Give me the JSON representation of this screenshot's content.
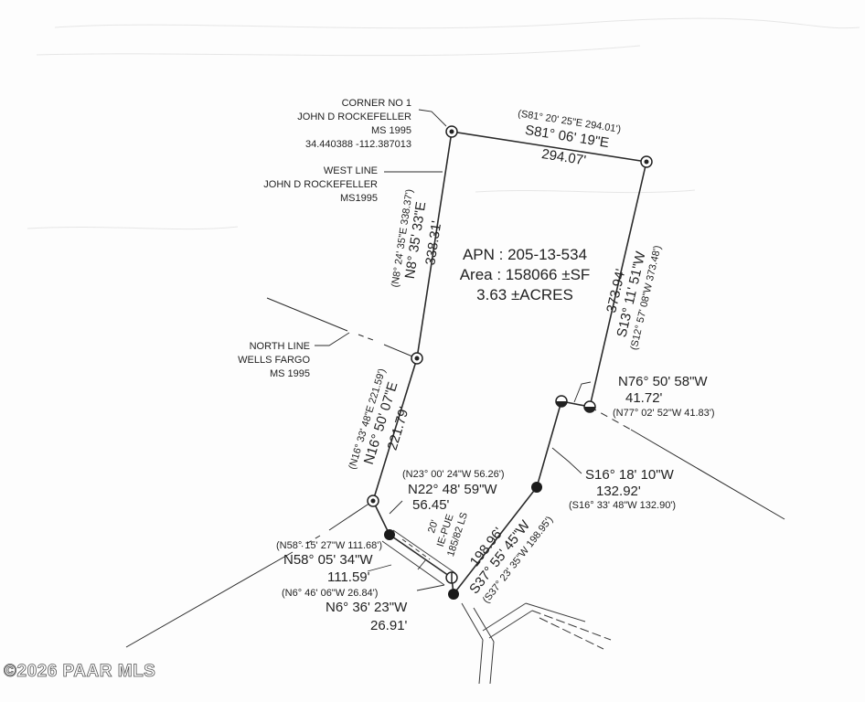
{
  "parcel": {
    "apn": "APN : 205-13-534",
    "area": "Area : 158066 ±SF",
    "acres": "3.63 ±ACRES"
  },
  "landmarks": {
    "corner_line1": "CORNER NO 1",
    "corner_line2": "JOHN D ROCKEFELLER",
    "corner_line3": "MS 1995",
    "corner_coords": "34.440388 -112.387013",
    "west_line1": "WEST LINE",
    "west_line2": "JOHN D ROCKEFELLER",
    "west_line3": "MS1995",
    "north_line1": "NORTH LINE",
    "north_line2": "WELLS FARGO",
    "north_line3": "MS 1995"
  },
  "bearings": {
    "top_record": "(S81° 20' 25\"E 294.01')",
    "top_bearing": "S81° 06' 19\"E",
    "top_distance": "294.07'",
    "right_record": "(S12° 57' 08\"W 373.48')",
    "right_bearing": "S13° 11' 51\"W",
    "right_distance": "373.94'",
    "left_upper_record": "(N8° 24' 35\"E 338.37')",
    "left_upper_bearing": "N8° 35' 33\"E",
    "left_upper_distance": "338.31'",
    "left_lower_record": "(N16° 33' 48\"E 221.59')",
    "left_lower_bearing": "N16° 50' 07\"E",
    "left_lower_distance": "221.79'",
    "n76_bearing": "N76° 50' 58\"W",
    "n76_distance": "41.72'",
    "n76_record": "(N77° 02' 52\"W 41.83')",
    "s16_bearing": "S16° 18' 10\"W",
    "s16_distance": "132.92'",
    "s16_record": "(S16° 33' 48\"W 132.90')",
    "n22_record": "(N23° 00' 24\"W 56.26')",
    "n22_bearing": "N22° 48' 59\"W",
    "n22_distance": "56.45'",
    "n58_record": "(N58° 15' 27\"W 111.68')",
    "n58_bearing": "N58° 05' 34\"W",
    "n58_distance": "111.59'",
    "n6_record": "(N6° 46' 06\"W 26.84')",
    "n6_bearing": "N6° 36' 23\"W",
    "n6_distance": "26.91'",
    "s37_bearing": "S37° 55' 45\"W",
    "s37_distance": "198.96'",
    "s37_record": "(S37° 23' 35\"W 198.95')",
    "easement_width": "20'",
    "easement_label": "IE-PUE",
    "easement_ref": "185/82 LS"
  },
  "watermark": "©2026 PAAR MLS"
}
